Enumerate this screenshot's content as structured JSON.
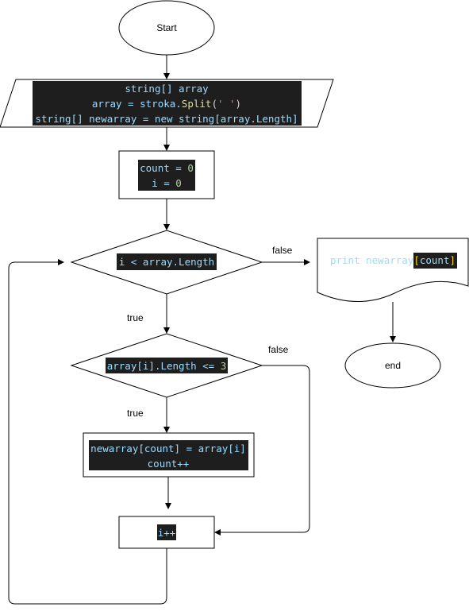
{
  "nodes": {
    "start": {
      "text": "Start"
    },
    "input_block": {
      "line1": "string[] array",
      "line2_a": "array = stroka.",
      "line2_b": "Split",
      "line2_c": "(",
      "line2_d": "' '",
      "line2_e": ")",
      "line3": "string[] newarray = new string[array.Length]"
    },
    "init_block": {
      "line1_a": "count = ",
      "line1_b": "0",
      "line2_a": "i = ",
      "line2_b": "0"
    },
    "cond_loop": {
      "text": "i < array.Length"
    },
    "cond_len": {
      "text_a": "array[i].Length <= ",
      "text_b": "3"
    },
    "assign_block": {
      "line1": "newarray[count] = array[i]",
      "line2": "count++"
    },
    "inc_block": {
      "text": "i++"
    },
    "output_block": {
      "part_a": "print newarray",
      "part_b": "[",
      "part_c": "count",
      "part_d": "]"
    },
    "end": {
      "text": "end"
    }
  },
  "edges": {
    "false_1": "false",
    "true_1": "true",
    "false_2": "false",
    "true_2": "true"
  },
  "colors": {
    "code_bg": "#1e1e1e",
    "code_text": "#d4d4d4",
    "code_var": "#9cdcfe",
    "code_func": "#dcdcaa",
    "code_string": "#ce9178",
    "code_number": "#b5cea8",
    "stroke": "#000000"
  }
}
